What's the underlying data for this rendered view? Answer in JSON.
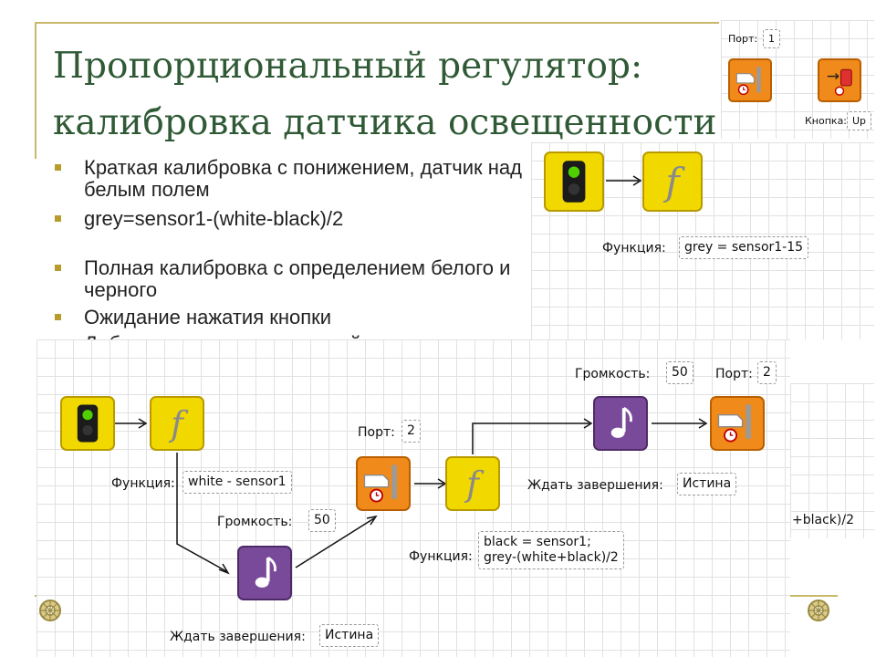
{
  "slide": {
    "title_line1": "Пропорциональный регулятор:",
    "title_line2": "калибровка датчика освещенности",
    "bullets": [
      "Краткая калибровка с понижением, датчик над белым полем",
      "grey=sensor1-(white-black)/2",
      "Полная калибровка с определением белого и черного",
      "Ожидание нажатия кнопки",
      "Добавить сигнал с задержкой"
    ]
  },
  "top_right_panel": {
    "port_label": "Порт:",
    "port_value": "1",
    "button_label": "Кнопка:",
    "button_value": "Up"
  },
  "mid_panel": {
    "function_label": "Функция:",
    "function_value": "grey = sensor1-15"
  },
  "bottom_panel": {
    "white_function_label": "Функция:",
    "white_function_value": "white - sensor1",
    "volume1_label": "Громкость:",
    "volume1_value": "50",
    "wait1_label": "Ждать завершения:",
    "wait1_value": "Истина",
    "port1_label": "Порт:",
    "port1_value": "2",
    "black_function_label": "Функция:",
    "black_function_line1": "black = sensor1;",
    "black_function_line2": "grey-(white+black)/2",
    "volume2_label": "Громкость:",
    "volume2_value": "50",
    "port2_label": "Порт:",
    "port2_value": "2",
    "wait2_label": "Ждать завершения:",
    "wait2_value": "Истина",
    "overflow_fragment": "+black)/2"
  },
  "colors": {
    "title": "#2f5a35",
    "bullet_marker": "#b79b2d",
    "frame": "#c9b86a",
    "block_yellow": "#f1d900",
    "block_orange": "#f08a1a",
    "block_purple": "#7a4a9a"
  },
  "icons": {
    "start": "traffic-light-icon",
    "function": "function-f-icon",
    "light_sensor": "light-sensor-timer-icon",
    "sound": "music-note-icon",
    "button_wait": "button-press-icon"
  }
}
